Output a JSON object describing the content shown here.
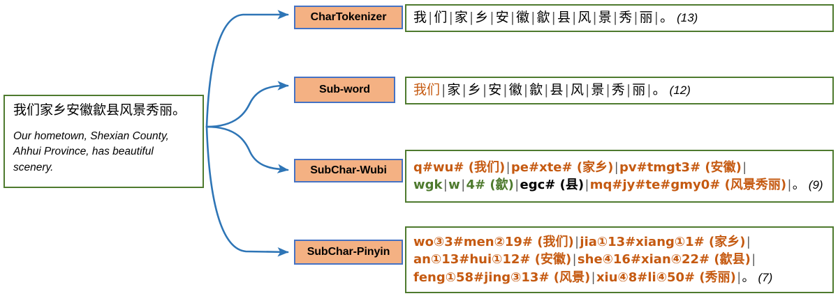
{
  "source": {
    "chinese": "我们家乡安徽歙县风景秀丽。",
    "english": "Our hometown, Shexian County, Ahhui Province, has beautiful scenery."
  },
  "colors": {
    "box_border_green": "#4E7A2E",
    "chip_fill_orange": "#F4B183",
    "chip_border_blue": "#4472C4",
    "arrow_blue": "#2E75B6",
    "token_orange": "#C55A11",
    "token_green": "#4E7A2E",
    "token_black": "#000000"
  },
  "rows": [
    {
      "label": "CharTokenizer",
      "count": "(13)",
      "lines": [
        {
          "tokens": [
            {
              "text": "我",
              "color": "black"
            },
            {
              "text": "们",
              "color": "black"
            },
            {
              "text": "家",
              "color": "black"
            },
            {
              "text": "乡",
              "color": "black"
            },
            {
              "text": "安",
              "color": "black"
            },
            {
              "text": "徽",
              "color": "black"
            },
            {
              "text": "歙",
              "color": "black"
            },
            {
              "text": "县",
              "color": "black"
            },
            {
              "text": "风",
              "color": "black"
            },
            {
              "text": "景",
              "color": "black"
            },
            {
              "text": "秀",
              "color": "black"
            },
            {
              "text": "丽",
              "color": "black"
            },
            {
              "text": "。",
              "color": "black"
            }
          ]
        }
      ]
    },
    {
      "label": "Sub-word",
      "count": "(12)",
      "lines": [
        {
          "tokens": [
            {
              "text": "我们",
              "color": "orange"
            },
            {
              "text": "家",
              "color": "black"
            },
            {
              "text": "乡",
              "color": "black"
            },
            {
              "text": "安",
              "color": "black"
            },
            {
              "text": "徽",
              "color": "black"
            },
            {
              "text": "歙",
              "color": "black"
            },
            {
              "text": "县",
              "color": "black"
            },
            {
              "text": "风",
              "color": "black"
            },
            {
              "text": "景",
              "color": "black"
            },
            {
              "text": "秀",
              "color": "black"
            },
            {
              "text": "丽",
              "color": "black"
            },
            {
              "text": "。",
              "color": "black"
            }
          ]
        }
      ]
    },
    {
      "label": "SubChar-Wubi",
      "count": "(9)",
      "lines": [
        {
          "tokens": [
            {
              "text": "q#wu# (我们)",
              "color": "orange"
            },
            {
              "text": "pe#xte# (家乡)",
              "color": "orange"
            },
            {
              "text": "pv#tmgt3# (安徽)",
              "color": "orange"
            },
            {
              "text": "",
              "color": "orange"
            }
          ]
        },
        {
          "tokens": [
            {
              "text": "wgk",
              "color": "green"
            },
            {
              "text": "w",
              "color": "green"
            },
            {
              "text": "4# (歙)",
              "color": "green"
            },
            {
              "text": "egc# (县)",
              "color": "black"
            },
            {
              "text": "mq#jy#te#gmy0# (风景秀丽)",
              "color": "orange"
            },
            {
              "text": "。",
              "color": "black"
            }
          ]
        }
      ]
    },
    {
      "label": "SubChar-Pinyin",
      "count": "(7)",
      "lines": [
        {
          "tokens": [
            {
              "text": "wo③3#men②19# (我们)",
              "color": "orange"
            },
            {
              "text": "jia①13#xiang①1# (家乡)",
              "color": "orange"
            },
            {
              "text": "",
              "color": "orange"
            }
          ]
        },
        {
          "tokens": [
            {
              "text": "an①13#hui①12# (安徽)",
              "color": "orange"
            },
            {
              "text": "she④16#xian④22# (歙县)",
              "color": "orange"
            },
            {
              "text": "",
              "color": "orange"
            }
          ]
        },
        {
          "tokens": [
            {
              "text": "feng①58#jing③13# (风景)",
              "color": "orange"
            },
            {
              "text": "xiu④8#li④50# (秀丽)",
              "color": "orange"
            },
            {
              "text": "。",
              "color": "black"
            }
          ]
        }
      ]
    }
  ]
}
